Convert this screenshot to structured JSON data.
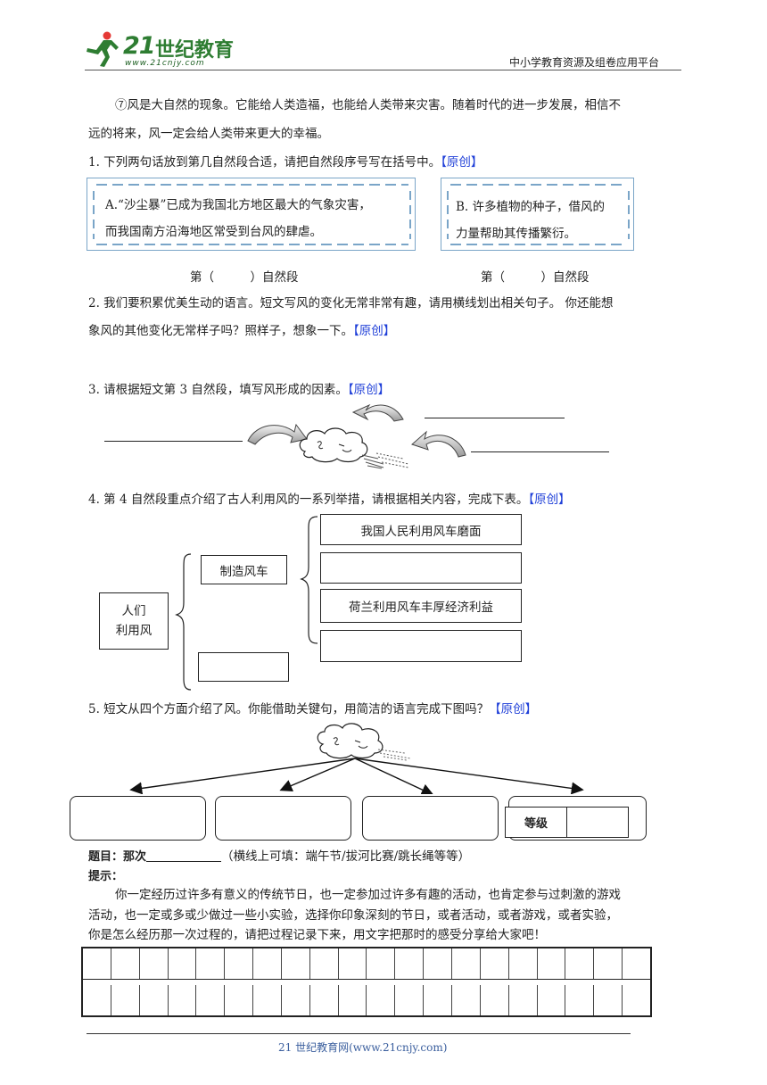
{
  "header": {
    "logo_number": "21",
    "logo_text": "世纪教育",
    "logo_url": "www.21cnjy.com",
    "platform": "中小学教育资源及组卷应用平台"
  },
  "passage": {
    "para7_l1": "⑦风是大自然的现象。它能给人类造福，也能给人类带来灾害。随着时代的进一步发展，相信不",
    "para7_l2": "远的将来，风一定会给人类带来更大的幸福。"
  },
  "tag": "【原创】",
  "q1": {
    "text": "1. 下列两句话放到第几自然段合适，请把自然段序号写在括号中。",
    "box_a_l1": "A.“沙尘暴”已成为我国北方地区最大的气象灾害，",
    "box_a_l2": "而我国南方沿海地区常受到台风的肆虐。",
    "box_b_l1": "B. 许多植物的种子，借风的",
    "box_b_l2": "力量帮助其传播繁衍。",
    "answer_a": "第（　　　）自然段",
    "answer_b": "第（　　　）自然段"
  },
  "q2": {
    "text_l1": "2. 我们要积累优美生动的语言。短文写风的变化无常非常有趣，请用横线划出相关句子。 你还能想",
    "text_l2": "象风的其他变化无常样子吗？照样子，想象一下。"
  },
  "q3": {
    "text": "3. 请根据短文第 3 自然段，填写风形成的因素。"
  },
  "q4": {
    "text": "4. 第 4 自然段重点介绍了古人利用风的一系列举措，请根据相关内容，完成下表。",
    "root_l1": "人们",
    "root_l2": "利用风",
    "branch1": "制造风车",
    "leaf1": "我国人民利用风车磨面",
    "leaf3": "荷兰利用风车丰厚经济利益"
  },
  "q5": {
    "text": "5. 短文从四个方面介绍了风。你能借助关键句，用简洁的语言完成下图吗？",
    "grade_label": "等级"
  },
  "essay": {
    "title_label": "题目：那次",
    "title_hint": "（横线上可填：端午节/拔河比赛/跳长绳等等）",
    "tips_label": "提示：",
    "tips_l1": "你一定经历过许多有意义的传统节日，也一定参加过许多有趣的活动，也肯定参与过刺激的游戏",
    "tips_l2": "活动，也一定或多或少做过一些小实验，选择你印象深刻的节日，或者活动，或者游戏，或者实验，",
    "tips_l3": "你是怎么经历那一次过程的，请把过程记录下来，用文字把那时的感受分享给大家吧！"
  },
  "footer": {
    "text": "21 世纪教育网(www.21cnjy.com)"
  }
}
